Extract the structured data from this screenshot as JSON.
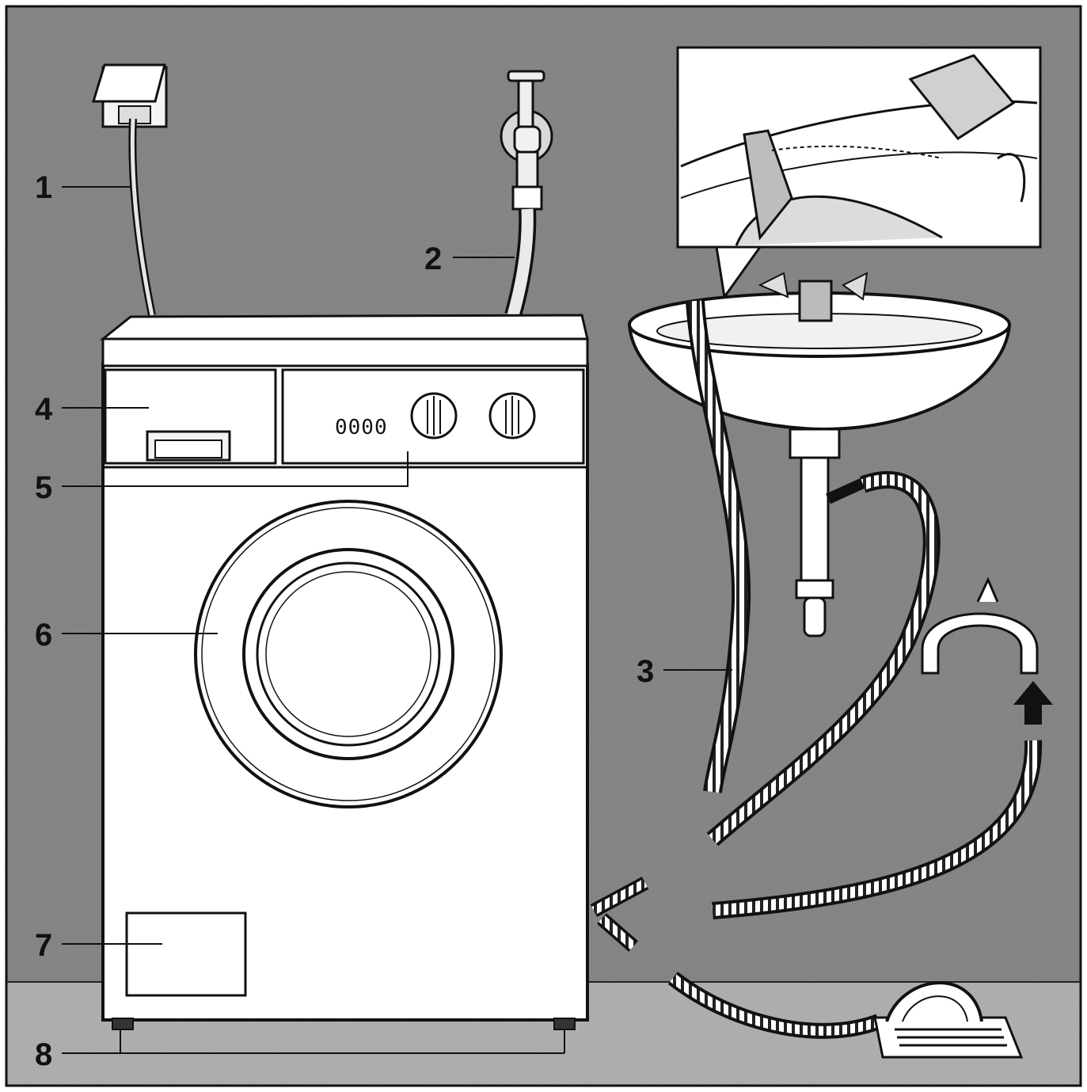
{
  "callouts": [
    {
      "label": "1",
      "target": "power-cord"
    },
    {
      "label": "2",
      "target": "water-inlet-hose"
    },
    {
      "label": "3",
      "target": "drain-hose"
    },
    {
      "label": "4",
      "target": "detergent-drawer"
    },
    {
      "label": "5",
      "target": "control-panel"
    },
    {
      "label": "6",
      "target": "door"
    },
    {
      "label": "7",
      "target": "service-flap"
    },
    {
      "label": "8",
      "target": "adjustable-feet"
    }
  ],
  "panel_display": "0000",
  "colors": {
    "wall": "#8e8e8e",
    "floor": "#b9b9b9",
    "machine": "#ffffff",
    "ink": "#111111"
  }
}
